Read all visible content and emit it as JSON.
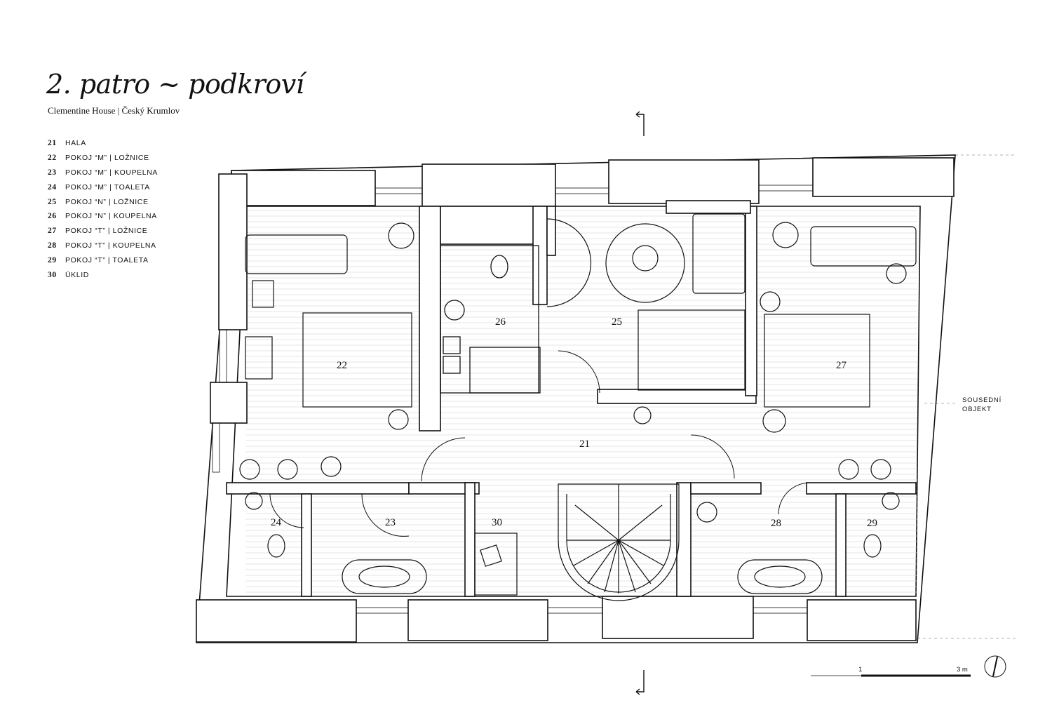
{
  "title": "2. patro ~ podkroví",
  "subtitle": "Clementine House | Český Krumlov",
  "legend": [
    {
      "num": "21",
      "label": "HALA"
    },
    {
      "num": "22",
      "label": "POKOJ “M” | LOŽNICE"
    },
    {
      "num": "23",
      "label": "POKOJ “M” | KOUPELNA"
    },
    {
      "num": "24",
      "label": "POKOJ “M” | TOALETA"
    },
    {
      "num": "25",
      "label": "POKOJ “N” | LOŽNICE"
    },
    {
      "num": "26",
      "label": "POKOJ “N” | KOUPELNA"
    },
    {
      "num": "27",
      "label": "POKOJ “T” | LOŽNICE"
    },
    {
      "num": "28",
      "label": "POKOJ “T” | KOUPELNA"
    },
    {
      "num": "29",
      "label": "POKOJ “T” | TOALETA"
    },
    {
      "num": "30",
      "label": "ÚKLID"
    }
  ],
  "rooms": {
    "r21": "21",
    "r22": "22",
    "r23": "23",
    "r24": "24",
    "r25": "25",
    "r26": "26",
    "r27": "27",
    "r28": "28",
    "r29": "29",
    "r30": "30"
  },
  "neighbor_note": {
    "line1": "SOUSEDNÍ",
    "line2": "OBJEKT"
  },
  "scale": {
    "start": "1",
    "end": "3 m"
  },
  "icons": {
    "north": "north-arrow-icon",
    "section": "section-marker-icon"
  },
  "colors": {
    "line": "#111111",
    "background": "#ffffff",
    "hatch": "#c8c8c8"
  }
}
